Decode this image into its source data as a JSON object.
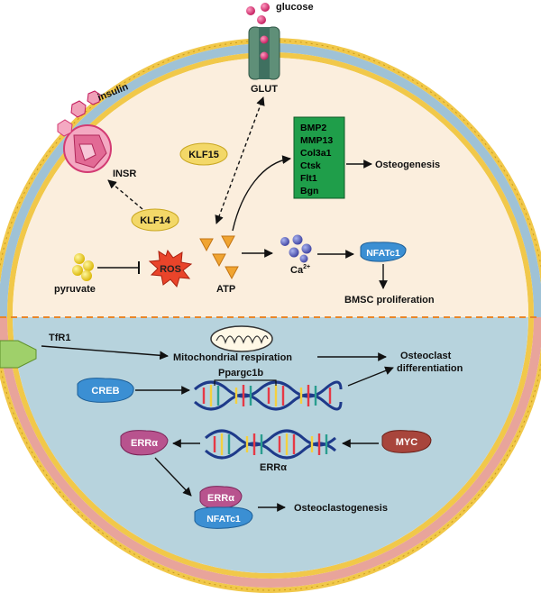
{
  "labels": {
    "glucose": "glucose",
    "glut": "GLUT",
    "insulin": "insulin",
    "insr": "INSR",
    "klf15": "KLF15",
    "klf14": "KLF14",
    "pyruvate": "pyruvate",
    "ros": "ROS",
    "atp": "ATP",
    "ca": "Ca",
    "ca_sup": "2+",
    "nfatc1_top": "NFATc1",
    "bmsc": "BMSC proliferation",
    "osteogenesis": "Osteogenesis",
    "tfr1": "TfR1",
    "mito": "Mitochondrial respiration",
    "osteoclast_diff_1": "Osteoclast",
    "osteoclast_diff_2": "differentiation",
    "creb": "CREB",
    "ppargc1b": "Ppargc1b",
    "erra_left": "ERRα",
    "erra_dna": "ERRα",
    "myc": "MYC",
    "erra_complex": "ERRα",
    "nfatc1_complex": "NFATc1",
    "osteoclastogenesis": "Osteoclastogenesis"
  },
  "genes": [
    "BMP2",
    "MMP13",
    "Col3a1",
    "Ctsk",
    "Flt1",
    "Bgn"
  ],
  "colors": {
    "upper_fill": "#fbeedd",
    "lower_fill": "#b7d3dd",
    "divider": "#e8862a",
    "gene_box": "#1f9e4a",
    "ros": "#e9442a",
    "nfatc1": "#3b8fd3",
    "erra": "#b8538e",
    "myc": "#a8453c",
    "klf": "#f3d868"
  },
  "icons": [
    "glut-transporter-icon",
    "insr-receptor-icon",
    "mitochondrion-icon",
    "dna-helix-icon",
    "ros-starburst-icon",
    "tfr1-receptor-icon"
  ]
}
